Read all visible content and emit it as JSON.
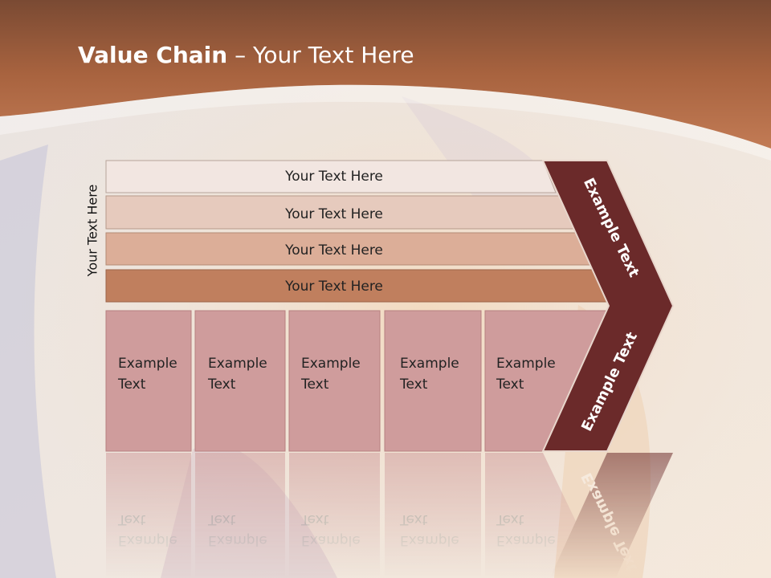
{
  "slide": {
    "title_bold": "Value Chain",
    "title_rest": " – Your Text Here",
    "vertical_label": "Your Text Here"
  },
  "support_bars": [
    {
      "label": "Your Text Here",
      "color": "#f2e6e1"
    },
    {
      "label": "Your Text Here",
      "color": "#e6cabd"
    },
    {
      "label": "Your Text Here",
      "color": "#dcae98"
    },
    {
      "label": "Your Text Here",
      "color": "#c07f5e"
    }
  ],
  "primary_columns": [
    {
      "line1": "Example",
      "line2": "Text"
    },
    {
      "line1": "Example",
      "line2": "Text"
    },
    {
      "line1": "Example",
      "line2": "Text"
    },
    {
      "line1": "Example",
      "line2": "Text"
    },
    {
      "line1": "Example",
      "line2": "Text"
    }
  ],
  "chevron": {
    "upper_text": "Example Text",
    "lower_text": "Example Text",
    "color": "#6b2a2a"
  },
  "colors": {
    "header": "#b56f4d",
    "column_fill": "#cf9c9c",
    "column_stroke": "#b78080"
  }
}
